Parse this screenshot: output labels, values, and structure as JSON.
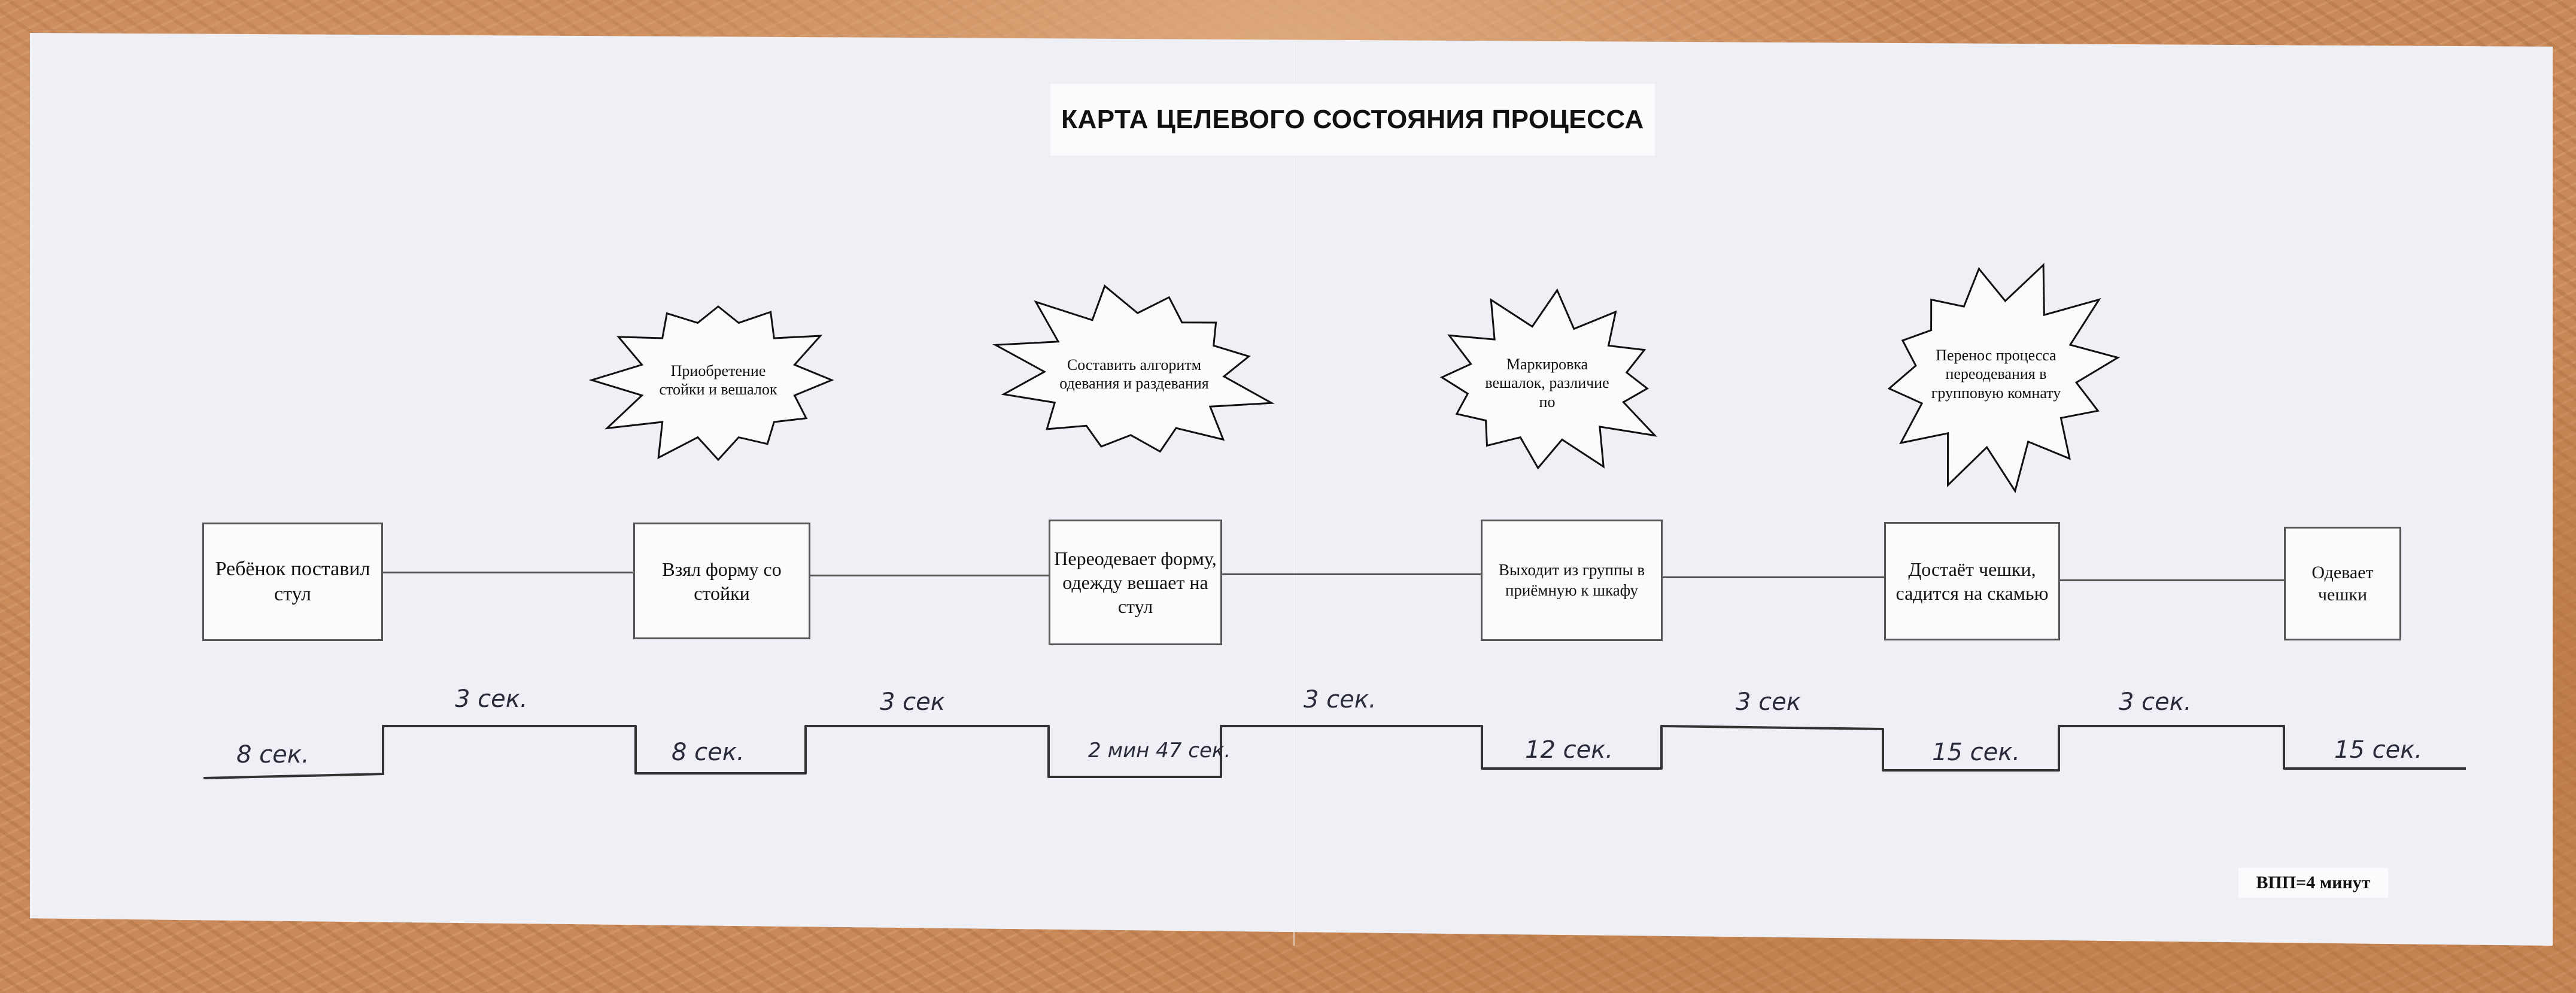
{
  "title": "КАРТА ЦЕЛЕВОГО СОСТОЯНИЯ ПРОЦЕССА",
  "steps": [
    "Ребёнок поставил стул",
    "Взял форму со стойки",
    "Переодевает форму, одежду вешает на стул",
    "Выходит из группы в приёмную к шкафу",
    "Достаёт чешки, садится на скамью",
    "Одевает чешки"
  ],
  "improvements": [
    "Приобретение стойки и вешалок",
    "Составить алгоритм одевания и раздевания",
    "Маркировка вешалок, различие по",
    "Перенос процесса переодевания в групповую комнату"
  ],
  "timeline": {
    "step_times": [
      "8 сек.",
      "8 сек.",
      "2 мин 47 сек.",
      "12 сек.",
      "15 сек.",
      "15 сек."
    ],
    "transition_times": [
      "3 сек.",
      "3 сек",
      "3 сек.",
      "3 сек",
      "3 сек."
    ]
  },
  "total": "ВПП=4 минут"
}
